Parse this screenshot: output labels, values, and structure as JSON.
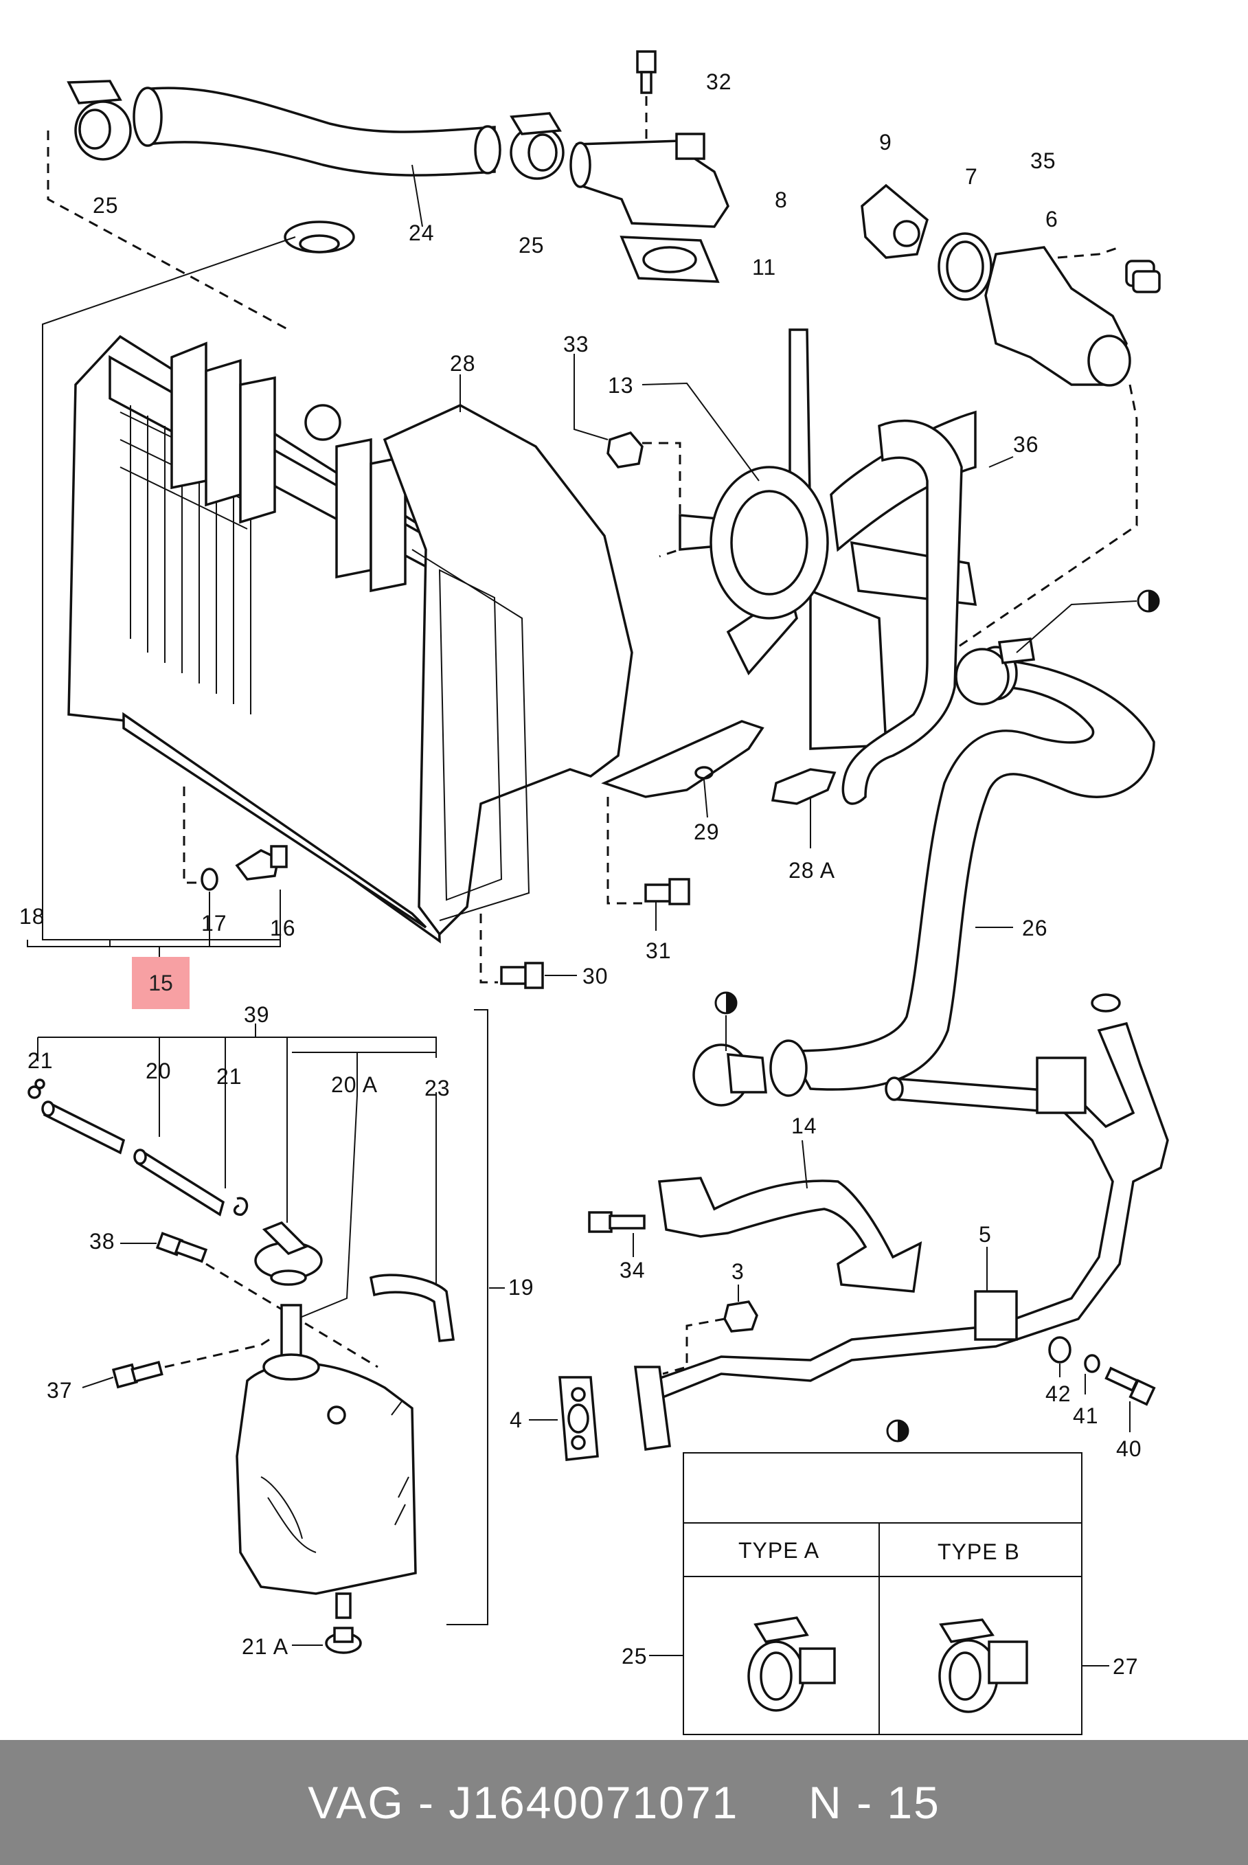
{
  "diagram": {
    "callouts": {
      "c32": "32",
      "c25a": "25",
      "c24": "24",
      "c25b": "25",
      "c8": "8",
      "c11": "11",
      "c9": "9",
      "c7": "7",
      "c35": "35",
      "c6": "6",
      "c28": "28",
      "c33": "33",
      "c13": "13",
      "c36": "36",
      "c29": "29",
      "c28a": "28 A",
      "c18": "18",
      "c17": "17",
      "c16": "16",
      "c30": "30",
      "c31": "31",
      "c26": "26",
      "c39": "39",
      "c21a": "21",
      "c20": "20",
      "c21b": "21",
      "c20a": "20 A",
      "c23": "23",
      "c38": "38",
      "c19": "19",
      "c37": "37",
      "c21c": "21 A",
      "c14": "14",
      "c34": "34",
      "c5": "5",
      "c3": "3",
      "c4": "4",
      "c42": "42",
      "c41": "41",
      "c40": "40",
      "c25c": "25",
      "c27": "27"
    },
    "highlight_label": "15",
    "type_table": {
      "type_a": "TYPE A",
      "type_b": "TYPE B"
    }
  },
  "footer": {
    "brand": "VAG",
    "part_number": "J1640071071",
    "position": "N - 15",
    "text": "VAG - J1640071071     N - 15"
  }
}
